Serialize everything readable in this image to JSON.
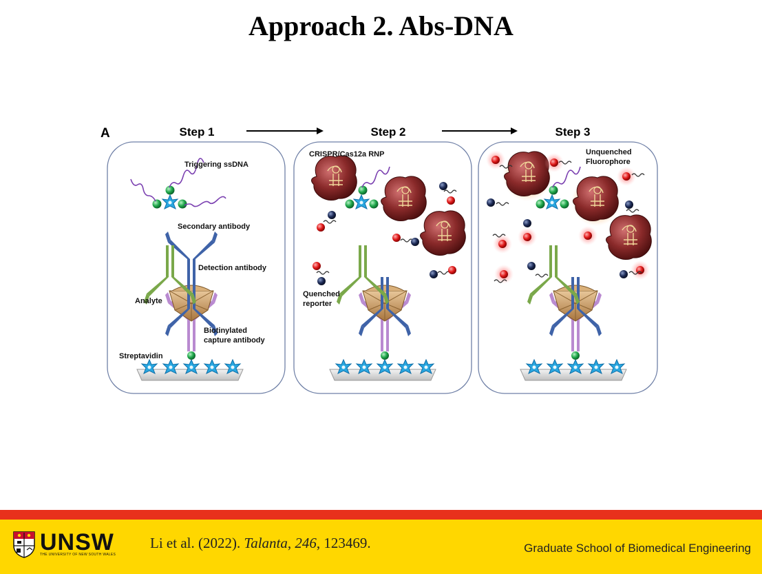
{
  "title": "Approach 2. Abs-DNA",
  "figure": {
    "panel_letter": "A",
    "steps": [
      "Step 1",
      "Step 2",
      "Step 3"
    ],
    "step1_labels": {
      "triggering": "Triggering ssDNA",
      "secondary": "Secondary antibody",
      "detection": "Detection antibody",
      "analyte": "Analyte",
      "biotinylated_line1": "Biotinylated",
      "biotinylated_line2": "capture antibody",
      "streptavidin": "Streptavidin"
    },
    "step2_labels": {
      "crispr": "CRISPR/Cas12a RNP",
      "quenched_line1": "Quenched",
      "quenched_line2": "reporter"
    },
    "step3_labels": {
      "unquenched_line1": "Unquenched",
      "unquenched_line2": "Fluorophore"
    }
  },
  "footer": {
    "logo_word": "UNSW",
    "logo_sub": "THE UNIVERSITY OF NEW SOUTH WALES",
    "citation_prefix": "Li et al. (2022). ",
    "citation_journal": "Talanta",
    "citation_sep": ", ",
    "citation_volume": "246",
    "citation_suffix": ", 123469.",
    "school": "Graduate School of Biomedical Engineering"
  },
  "colors": {
    "footer_red": "#e8311c",
    "footer_yellow": "#ffd700",
    "secondary_antibody": "#7aa84a",
    "detection_antibody": "#3f63a8",
    "capture_antibody": "#b98ad0",
    "streptavidin_star": "#29a7e0",
    "ssDNA": "#7a3fb0",
    "fluorophore": "#e01818",
    "quencher": "#1c2a55"
  }
}
